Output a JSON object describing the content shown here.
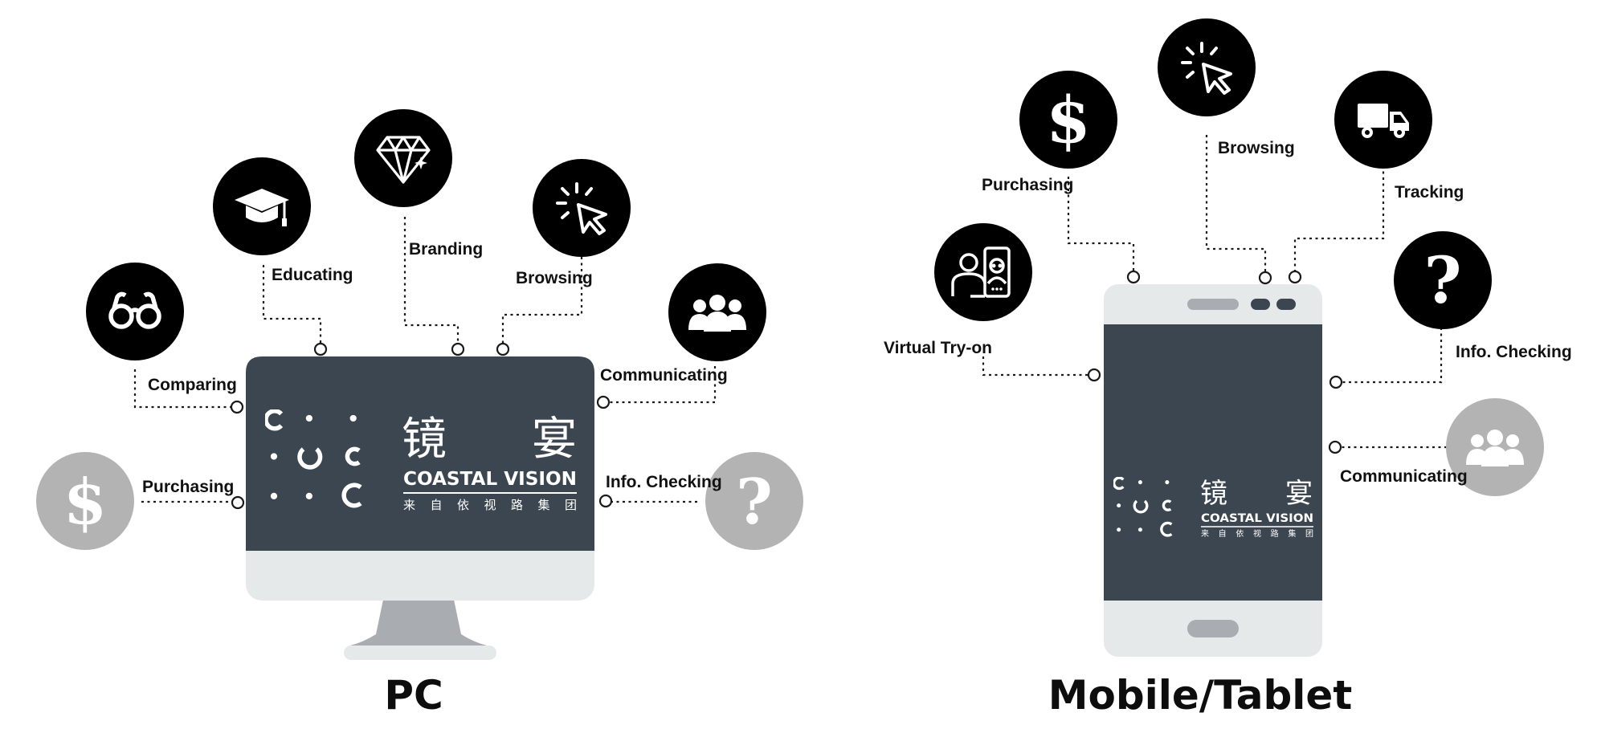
{
  "colors": {
    "circle_dark": "#000000",
    "circle_muted": "#b3b3b3",
    "screen": "#3c4650",
    "bezel": "#e6e9ea",
    "stand": "#a9adb1"
  },
  "pc": {
    "caption": "PC",
    "features": [
      {
        "label": "Comparing",
        "icon": "glasses-icon",
        "emphasis": "dark"
      },
      {
        "label": "Educating",
        "icon": "graduation-cap-icon",
        "emphasis": "dark"
      },
      {
        "label": "Branding",
        "icon": "diamond-icon",
        "emphasis": "dark"
      },
      {
        "label": "Browsing",
        "icon": "cursor-click-icon",
        "emphasis": "dark"
      },
      {
        "label": "Communicating",
        "icon": "group-icon",
        "emphasis": "dark"
      },
      {
        "label": "Purchasing",
        "icon": "dollar-icon",
        "emphasis": "muted"
      },
      {
        "label": "Info. Checking",
        "icon": "question-icon",
        "emphasis": "muted"
      }
    ]
  },
  "mobile": {
    "caption": "Mobile/Tablet",
    "features": [
      {
        "label": "Virtual Try-on",
        "icon": "virtual-try-on-icon",
        "emphasis": "dark"
      },
      {
        "label": "Purchasing",
        "icon": "dollar-icon",
        "emphasis": "dark"
      },
      {
        "label": "Browsing",
        "icon": "cursor-click-icon",
        "emphasis": "dark"
      },
      {
        "label": "Tracking",
        "icon": "delivery-truck-icon",
        "emphasis": "dark"
      },
      {
        "label": "Info. Checking",
        "icon": "question-icon",
        "emphasis": "dark"
      },
      {
        "label": "Communicating",
        "icon": "group-icon",
        "emphasis": "muted"
      }
    ]
  },
  "brand": {
    "name_cn": "镜 宴",
    "name_en": "COASTAL VISION",
    "tagline_cn": "来 自 依 视 路 集 团"
  }
}
